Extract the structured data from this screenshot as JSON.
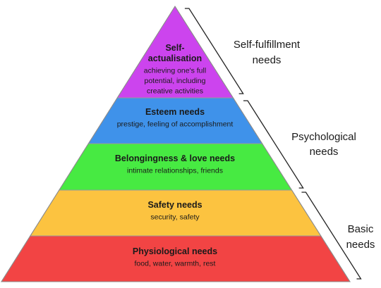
{
  "tiers": [
    {
      "id": "self-actualisation",
      "title_lines": [
        "Self-",
        "actualisation"
      ],
      "desc_lines": [
        "achieving one's full",
        "potential, including",
        "creative activities"
      ],
      "color": "#cc44ee"
    },
    {
      "id": "esteem",
      "title_lines": [
        "Esteem needs"
      ],
      "desc_lines": [
        "prestige, feeling of accomplishment"
      ],
      "color": "#3f92ea"
    },
    {
      "id": "belongingness",
      "title_lines": [
        "Belongingness & love needs"
      ],
      "desc_lines": [
        "intimate relationships, friends"
      ],
      "color": "#47ea42"
    },
    {
      "id": "safety",
      "title_lines": [
        "Safety needs"
      ],
      "desc_lines": [
        "security, safety"
      ],
      "color": "#fcc340"
    },
    {
      "id": "physiological",
      "title_lines": [
        "Physiological needs"
      ],
      "desc_lines": [
        "food, water, warmth, rest"
      ],
      "color": "#f24444"
    }
  ],
  "groups": [
    {
      "id": "self-fulfillment",
      "label_lines": [
        "Self-fulfillment",
        "needs"
      ]
    },
    {
      "id": "psychological",
      "label_lines": [
        "Psychological",
        "needs"
      ]
    },
    {
      "id": "basic",
      "label_lines": [
        "Basic",
        "needs"
      ]
    }
  ]
}
